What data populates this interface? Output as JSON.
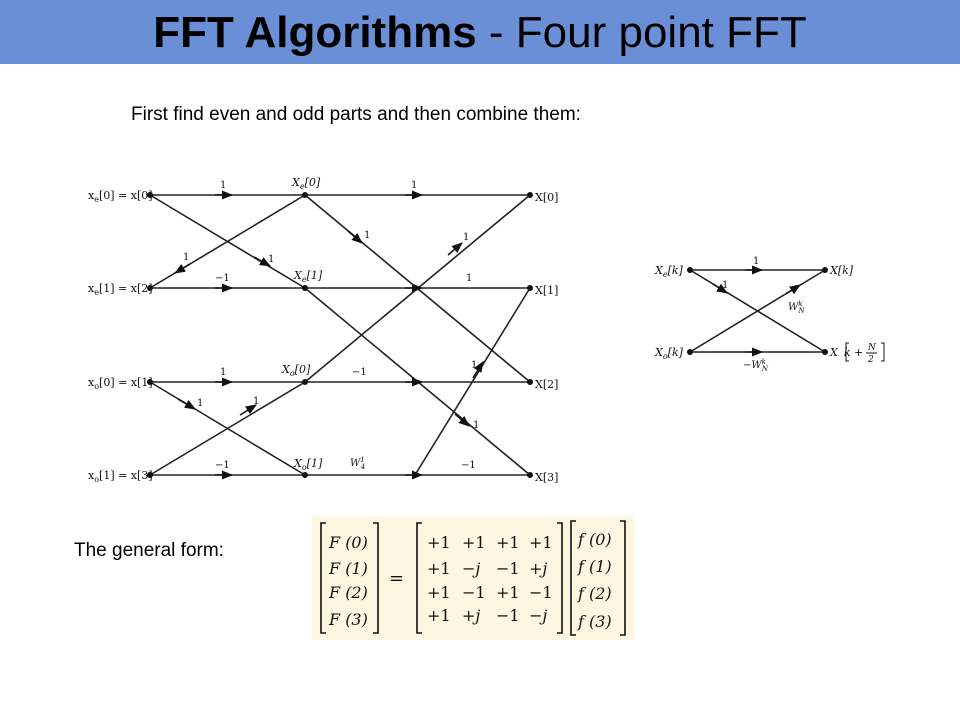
{
  "slide": {
    "title_bold": "FFT Algorithms",
    "title_rest": " - Four point FFT",
    "subtitle": "First find even and odd parts and then combine them:",
    "general_label": "The general form:"
  },
  "butterfly4": {
    "inputs": [
      {
        "prefix": "x",
        "sub": "e",
        "rest": "[0] = x[0]"
      },
      {
        "prefix": "x",
        "sub": "e",
        "rest": "[1] = x[2]"
      },
      {
        "prefix": "x",
        "sub": "o",
        "rest": "[0] = x[1]"
      },
      {
        "prefix": "x",
        "sub": "o",
        "rest": "[1] = x[3]"
      }
    ],
    "mid_labels": [
      {
        "prefix": "X",
        "sub": "e",
        "rest": "[0]"
      },
      {
        "prefix": "X",
        "sub": "e",
        "rest": "[1]"
      },
      {
        "prefix": "X",
        "sub": "o",
        "rest": "[0]"
      },
      {
        "prefix": "X",
        "sub": "o",
        "rest": "[1]"
      }
    ],
    "outputs": [
      "X[0]",
      "X[1]",
      "X[2]",
      "X[3]"
    ],
    "stage1_weights": {
      "top_horizontal": "1",
      "diag_down": "1",
      "diag_up": "1",
      "bottom_horizontal": "−1",
      "lower_top_horizontal": "1",
      "lower_diag_down": "1",
      "lower_diag_up": "1",
      "lower_bottom_horizontal": "−1"
    },
    "stage2_weights": {
      "row0": "1",
      "row1": "1",
      "row2": "−1",
      "row3": "−1",
      "cross_a": "1",
      "cross_b": "1",
      "cross_c": "1",
      "cross_d": "1",
      "twiddle_main": "W",
      "twiddle_sup": "1",
      "twiddle_sub": "4"
    }
  },
  "butterfly_general": {
    "in_top": {
      "prefix": "X",
      "sub": "e",
      "rest": "[k]"
    },
    "in_bottom": {
      "prefix": "X",
      "sub": "o",
      "rest": "[k]"
    },
    "out_top": "X[k]",
    "out_bottom_prefix": "X",
    "out_bottom_inner": "k +",
    "out_bottom_num": "N",
    "out_bottom_den": "2",
    "w_top": "1",
    "w_cross": "1",
    "twiddle": {
      "main": "W",
      "sup": "k",
      "sub": "N"
    },
    "neg_twiddle": {
      "main": "−W",
      "sup": "k",
      "sub": "N"
    }
  },
  "matrix_eq": {
    "F": [
      "F (0)",
      "F (1)",
      "F (2)",
      "F (3)"
    ],
    "equals": "=",
    "rows": [
      [
        "+1",
        "+1",
        "+1",
        "+1"
      ],
      [
        "+1",
        "−j",
        "−1",
        "+j"
      ],
      [
        "+1",
        "−1",
        "+1",
        "−1"
      ],
      [
        "+1",
        "+j",
        "−1",
        "−j"
      ]
    ],
    "f": [
      "f (0)",
      "f (1)",
      "f (2)",
      "f (3)"
    ]
  },
  "colors": {
    "title_bar": "#6b8fd6",
    "matrix_bg": "#fdf7e2"
  }
}
